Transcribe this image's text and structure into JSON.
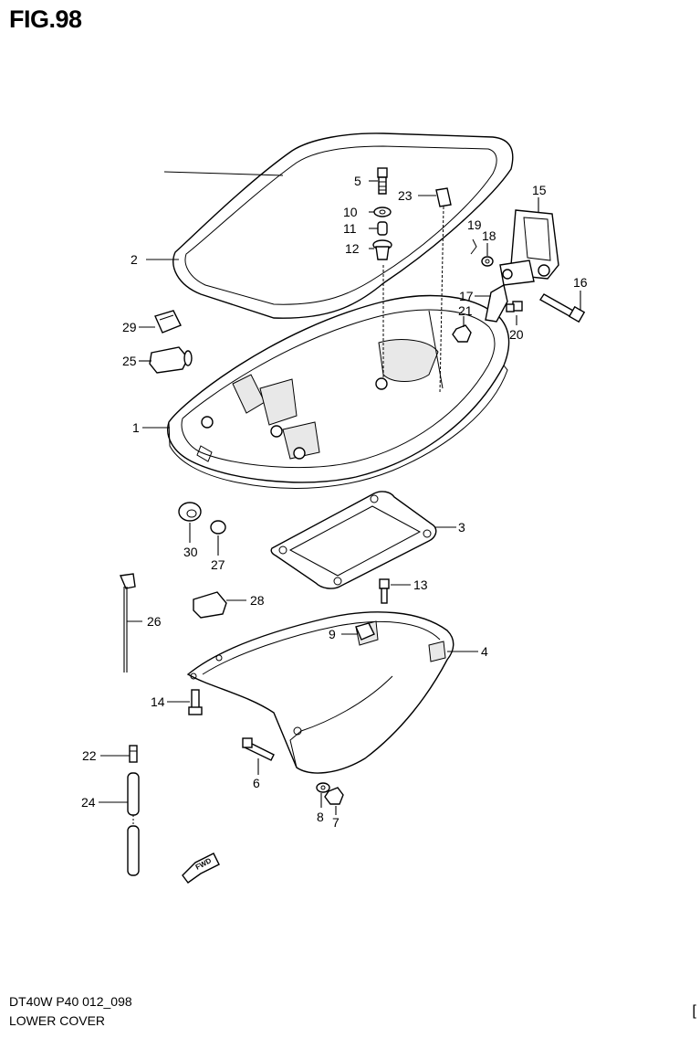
{
  "figure": {
    "title": "FIG.98"
  },
  "footer": {
    "code": "DT40W P40 012_098",
    "name": "LOWER COVER",
    "corner_mark": "["
  },
  "callouts": [
    {
      "id": "c1",
      "number": "1"
    },
    {
      "id": "c2",
      "number": "2"
    },
    {
      "id": "c3",
      "number": "3"
    },
    {
      "id": "c4",
      "number": "4"
    },
    {
      "id": "c5",
      "number": "5"
    },
    {
      "id": "c6",
      "number": "6"
    },
    {
      "id": "c7",
      "number": "7"
    },
    {
      "id": "c8",
      "number": "8"
    },
    {
      "id": "c9",
      "number": "9"
    },
    {
      "id": "c10",
      "number": "10"
    },
    {
      "id": "c11",
      "number": "11"
    },
    {
      "id": "c12",
      "number": "12"
    },
    {
      "id": "c13",
      "number": "13"
    },
    {
      "id": "c14",
      "number": "14"
    },
    {
      "id": "c15",
      "number": "15"
    },
    {
      "id": "c16",
      "number": "16"
    },
    {
      "id": "c17",
      "number": "17"
    },
    {
      "id": "c18",
      "number": "18"
    },
    {
      "id": "c19",
      "number": "19"
    },
    {
      "id": "c20",
      "number": "20"
    },
    {
      "id": "c21",
      "number": "21"
    },
    {
      "id": "c22",
      "number": "22"
    },
    {
      "id": "c23",
      "number": "23"
    },
    {
      "id": "c24",
      "number": "24"
    },
    {
      "id": "c25",
      "number": "25"
    },
    {
      "id": "c26",
      "number": "26"
    },
    {
      "id": "c27",
      "number": "27"
    },
    {
      "id": "c28",
      "number": "28"
    },
    {
      "id": "c29",
      "number": "29"
    },
    {
      "id": "c30",
      "number": "30"
    }
  ],
  "fwd_mark": "FWD"
}
